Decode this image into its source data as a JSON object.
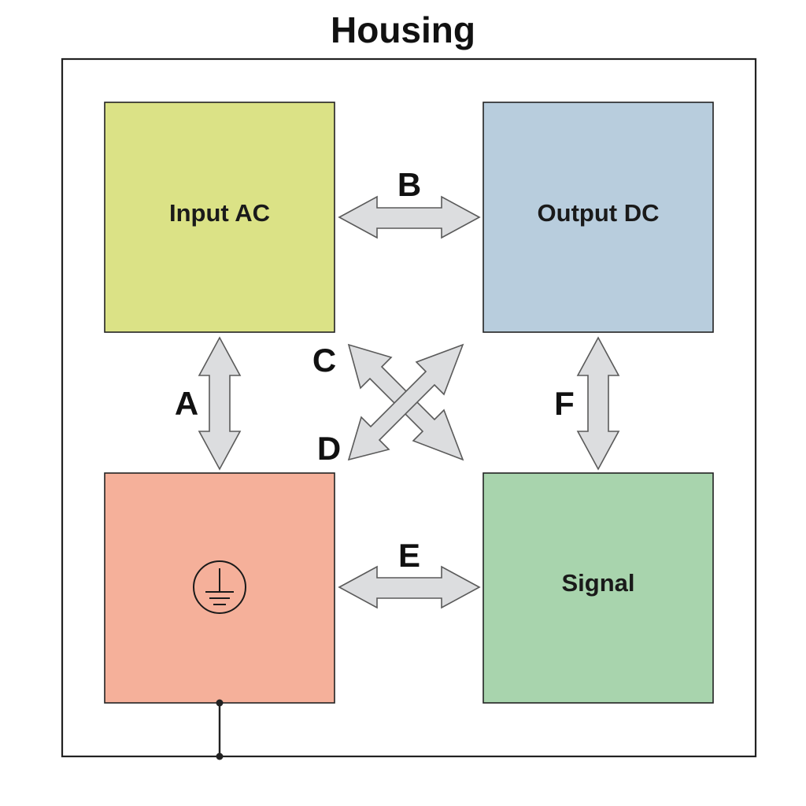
{
  "title": "Housing",
  "blocks": {
    "input": {
      "label": "Input AC",
      "color": "#dbe286"
    },
    "output": {
      "label": "Output DC",
      "color": "#b8cddd"
    },
    "ground": {
      "label": "",
      "icon": "protective-earth-icon",
      "color": "#f5b09a"
    },
    "signal": {
      "label": "Signal",
      "color": "#a8d4ad"
    }
  },
  "connections": {
    "A": {
      "label": "A",
      "from": "Input AC",
      "to": "ground"
    },
    "B": {
      "label": "B",
      "from": "Input AC",
      "to": "Output DC"
    },
    "C": {
      "label": "C",
      "from": "Input AC",
      "to": "Signal"
    },
    "D": {
      "label": "D",
      "from": "Output DC",
      "to": "ground"
    },
    "E": {
      "label": "E",
      "from": "ground",
      "to": "Signal"
    },
    "F": {
      "label": "F",
      "from": "Output DC",
      "to": "Signal"
    }
  },
  "colors": {
    "arrow_fill": "#dcdddf",
    "arrow_stroke": "#5a5a5a",
    "line": "#222222"
  }
}
